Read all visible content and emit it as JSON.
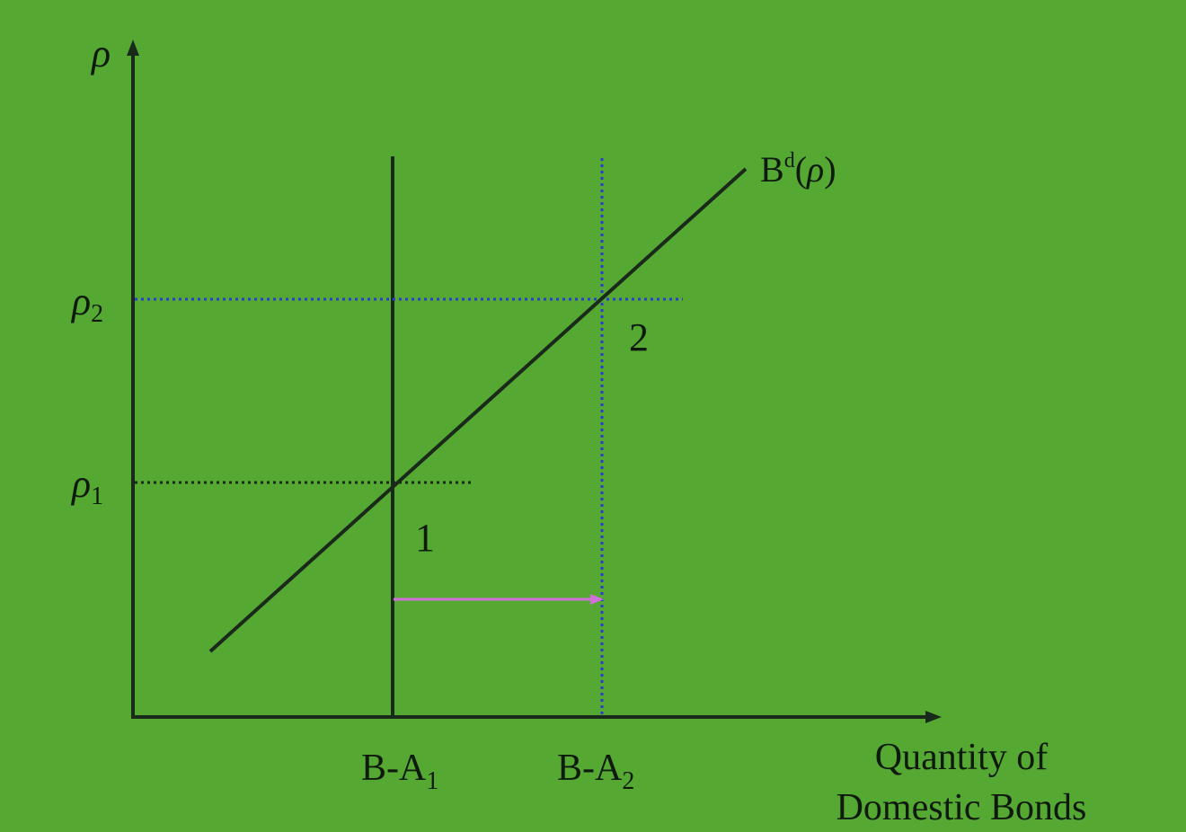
{
  "diagram": {
    "y_axis_symbol": "ρ",
    "x_axis_label_line1": "Quantity of",
    "x_axis_label_line2": "Domestic Bonds",
    "rho_symbol": "ρ",
    "rho1_subscript": "1",
    "rho2_subscript": "2",
    "supply1_base": "B-A",
    "supply1_subscript": "1",
    "supply2_base": "B-A",
    "supply2_subscript": "2",
    "demand_curve_B": "B",
    "demand_curve_sup": "d",
    "demand_curve_open": "(",
    "demand_curve_rho": "ρ",
    "demand_curve_close": ")",
    "point1_label": "1",
    "point2_label": "2"
  },
  "colors": {
    "background": "#55a933",
    "axis": "#1a2a1a",
    "curve": "#1a2a1a",
    "blue_dotted": "#2b3ad6",
    "black_dotted": "#1a2a1a",
    "arrow": "#d070d8",
    "text": "#0f1a0f"
  }
}
